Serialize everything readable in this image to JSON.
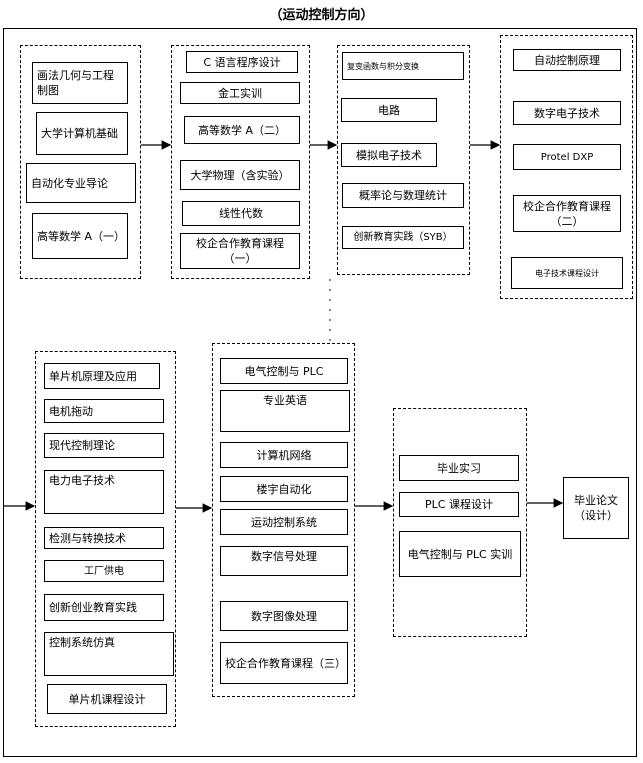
{
  "title": "（运动控制方向）",
  "group1": {
    "courses": [
      "画法几何与工程制图",
      "大学计算机基础",
      "自动化专业导论",
      "高等数学 A（一）"
    ]
  },
  "group2": {
    "courses": [
      "C 语言程序设计",
      "金工实训",
      "高等数学 A（二）",
      "大学物理（含实验）",
      "线性代数",
      "校企合作教育课程（一）"
    ]
  },
  "group3": {
    "courses": [
      "复变函数与积分变换",
      "电路",
      "模拟电子技术",
      "概率论与数理统计",
      "创新教育实践（SYB）"
    ]
  },
  "group4": {
    "courses": [
      "自动控制原理",
      "数字电子技术",
      "Protel DXP",
      "校企合作教育课程（二）",
      "电子技术课程设计"
    ]
  },
  "group5": {
    "courses": [
      "单片机原理及应用",
      "电机拖动",
      "现代控制理论",
      "电力电子技术",
      "检测与转换技术",
      "工厂供电",
      "创新创业教育实践",
      "控制系统仿真",
      "单片机课程设计"
    ]
  },
  "group6": {
    "courses": [
      "电气控制与 PLC",
      "专业英语",
      "计算机网络",
      "楼宇自动化",
      "运动控制系统",
      "数字信号处理",
      "数字图像处理",
      "校企合作教育课程（三）"
    ]
  },
  "group7": {
    "courses": [
      "毕业实习",
      "PLC 课程设计",
      "电气控制与 PLC 实训"
    ]
  },
  "final": {
    "label": "毕业论文（设计）"
  }
}
